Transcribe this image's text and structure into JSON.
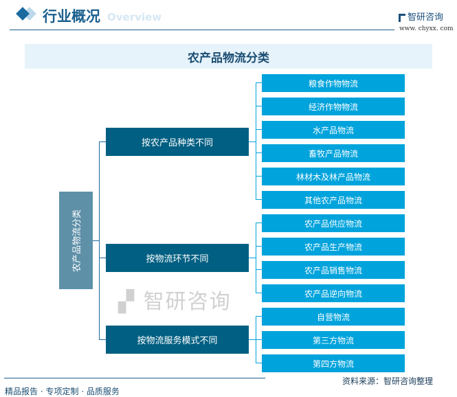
{
  "header": {
    "title": "行业概况",
    "subtitle": "Overview",
    "logo": "智研咨询",
    "url": "www. chyxx. com"
  },
  "banner": {
    "title": "农产品物流分类"
  },
  "root": {
    "label": "农产品物流分类"
  },
  "groups": [
    {
      "label": "按农产品种类不同",
      "items": [
        "粮食作物物流",
        "经济作物物流",
        "水产品物流",
        "畜牧产品物流",
        "林材木及林产品物流",
        "其他农产品物流"
      ]
    },
    {
      "label": "按物流环节不同",
      "items": [
        "农产品供应物流",
        "农产品生产物流",
        "农产品销售物流",
        "农产品逆向物流"
      ]
    },
    {
      "label": "按物流服务模式不同",
      "items": [
        "自营物流",
        "第三方物流",
        "第四方物流"
      ]
    }
  ],
  "footer": {
    "source": "资料来源：智研咨询整理",
    "slogan": "精品报告 · 专项定制 · 品质服务",
    "watermark": "智研咨询"
  }
}
